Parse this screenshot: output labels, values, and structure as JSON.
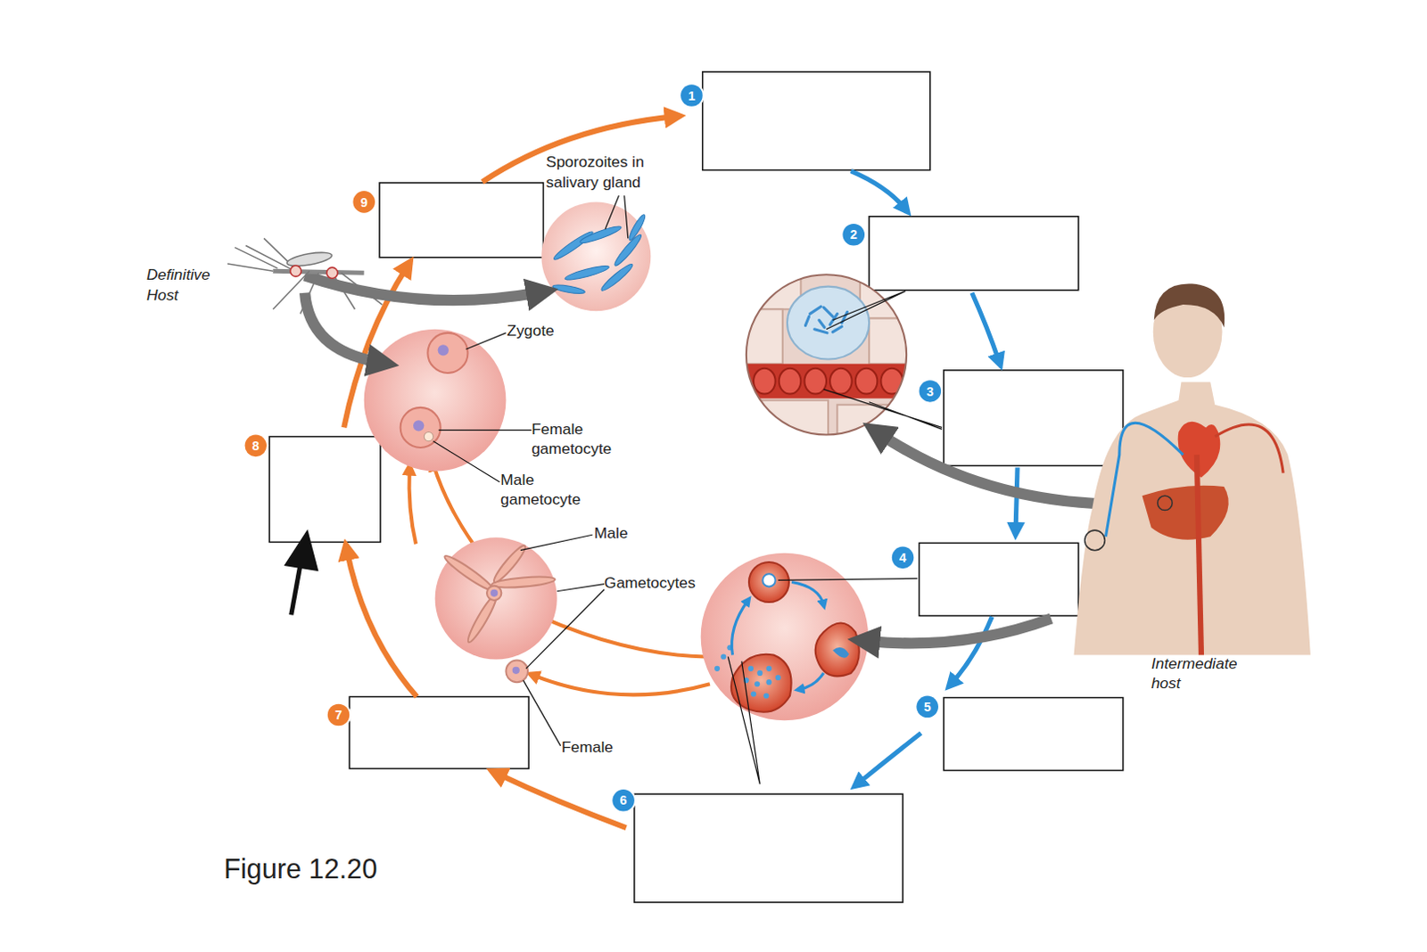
{
  "diagram": {
    "caption": "Figure 12.20",
    "nodes": [
      {
        "text": [
          "1"
        ]
      },
      {
        "text": [
          "2"
        ]
      },
      {
        "text": [
          "3"
        ]
      },
      {
        "text": [
          "4"
        ]
      },
      {
        "text": [
          "5"
        ]
      },
      {
        "text": [
          "6"
        ]
      },
      {
        "text": [
          "7"
        ]
      },
      {
        "text": [
          "8"
        ]
      },
      {
        "text": [
          "9"
        ]
      }
    ],
    "labels": [
      "Sporozoites in salivary gland",
      "Zygote",
      "Female gametocyte",
      "Male gametocyte",
      "Male",
      "Gametocytes",
      "Female",
      "Definitive Host",
      "Intermediate host"
    ]
  }
}
